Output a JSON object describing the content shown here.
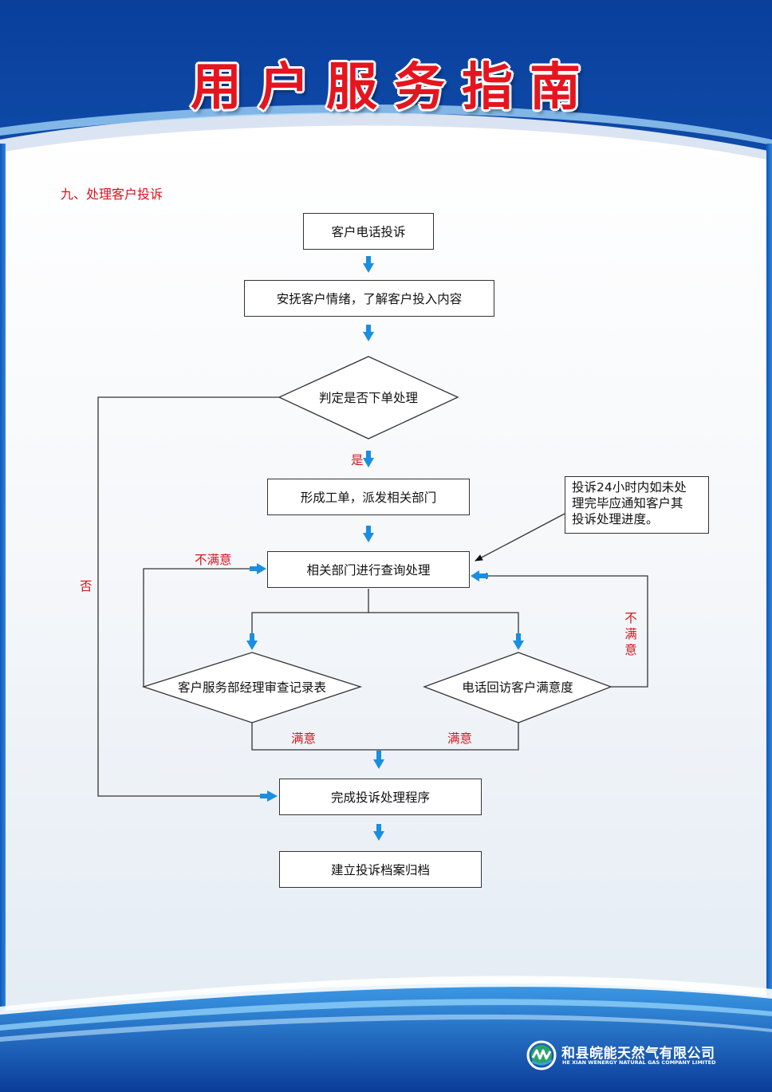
{
  "header": {
    "title_chars": [
      "用",
      "户",
      "服",
      "务",
      "指",
      "南"
    ]
  },
  "section": {
    "heading": "九、处理客户投诉"
  },
  "flowchart": {
    "nodes": {
      "phone_complaint": "客户电话投诉",
      "soothe": "安抚客户情绪，了解客户投入内容",
      "decide_order": "判定是否下单处理",
      "create_order": "形成工单，派发相关部门",
      "dept_handle": "相关部门进行查询处理",
      "manager_review": "客户服务部经理审查记录表",
      "phone_followup": "电话回访客户满意度",
      "complete": "完成投诉处理程序",
      "archive": "建立投诉档案归档"
    },
    "note": [
      "投诉24小时内如未处",
      "理完毕应通知客户其",
      "投诉处理进度。"
    ],
    "labels": {
      "yes": "是",
      "no": "否",
      "unsatisfied_left": "不满意",
      "unsatisfied_right": [
        "不",
        "满",
        "意"
      ],
      "satisfied_left": "满意",
      "satisfied_right": "满意"
    }
  },
  "footer": {
    "company_name": "和县皖能天然气有限公司",
    "company_name_en": "HE XIAN WENERGY NATURAL GAS COMPANY LIMITED",
    "logo_icon": "company-logo-icon"
  }
}
